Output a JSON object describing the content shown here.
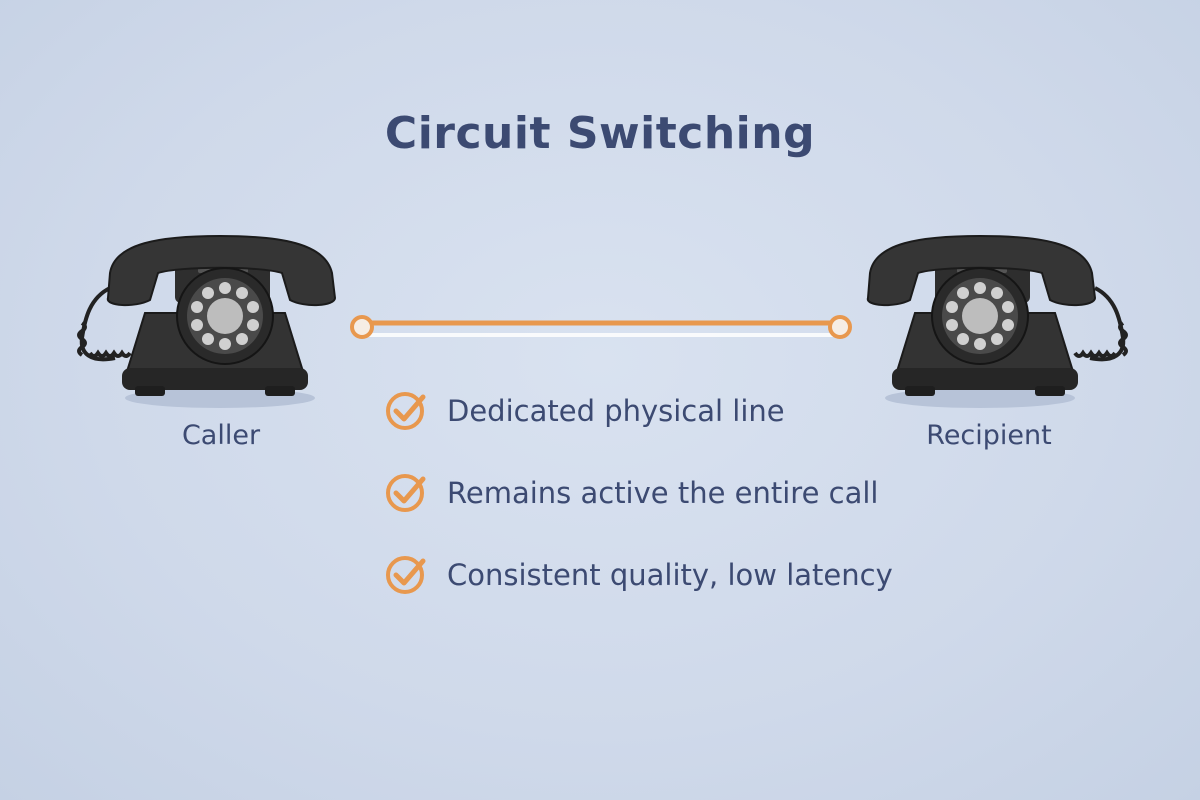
{
  "title": "Circuit Switching",
  "endpoints": {
    "caller": "Caller",
    "recipient": "Recipient"
  },
  "connection": {
    "color": "#e8984e"
  },
  "features": [
    "Dedicated physical line",
    "Remains active the entire call",
    "Consistent quality, low latency"
  ],
  "colors": {
    "text": "#3c4a72",
    "accent": "#e8984e",
    "phone": "#2b2b2b"
  },
  "icons": {
    "phone": "rotary-phone-icon",
    "check": "check-circle-icon"
  }
}
